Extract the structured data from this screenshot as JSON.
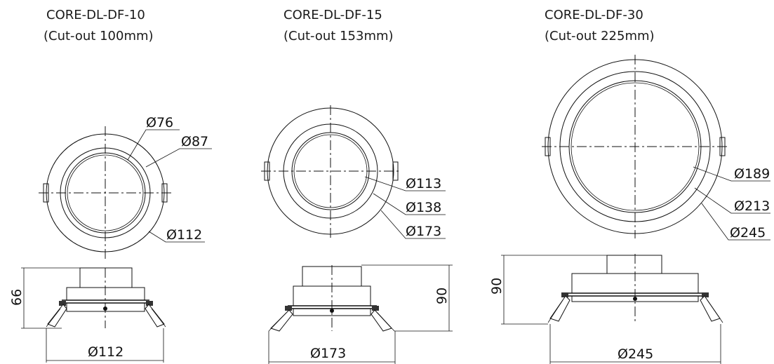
{
  "products": [
    {
      "model": "CORE-DL-DF-10",
      "cutout": "(Cut-out 100mm)",
      "top_dims": [
        "Ø76",
        "Ø87",
        "Ø112"
      ],
      "height": "66",
      "width": "Ø112"
    },
    {
      "model": "CORE-DL-DF-15",
      "cutout": "(Cut-out 153mm)",
      "top_dims": [
        "Ø113",
        "Ø138",
        "Ø173"
      ],
      "height": "90",
      "width": "Ø173"
    },
    {
      "model": "CORE-DL-DF-30",
      "cutout": "(Cut-out 225mm)",
      "top_dims": [
        "Ø189",
        "Ø213",
        "Ø245"
      ],
      "height": "90",
      "width": "Ø245"
    }
  ]
}
